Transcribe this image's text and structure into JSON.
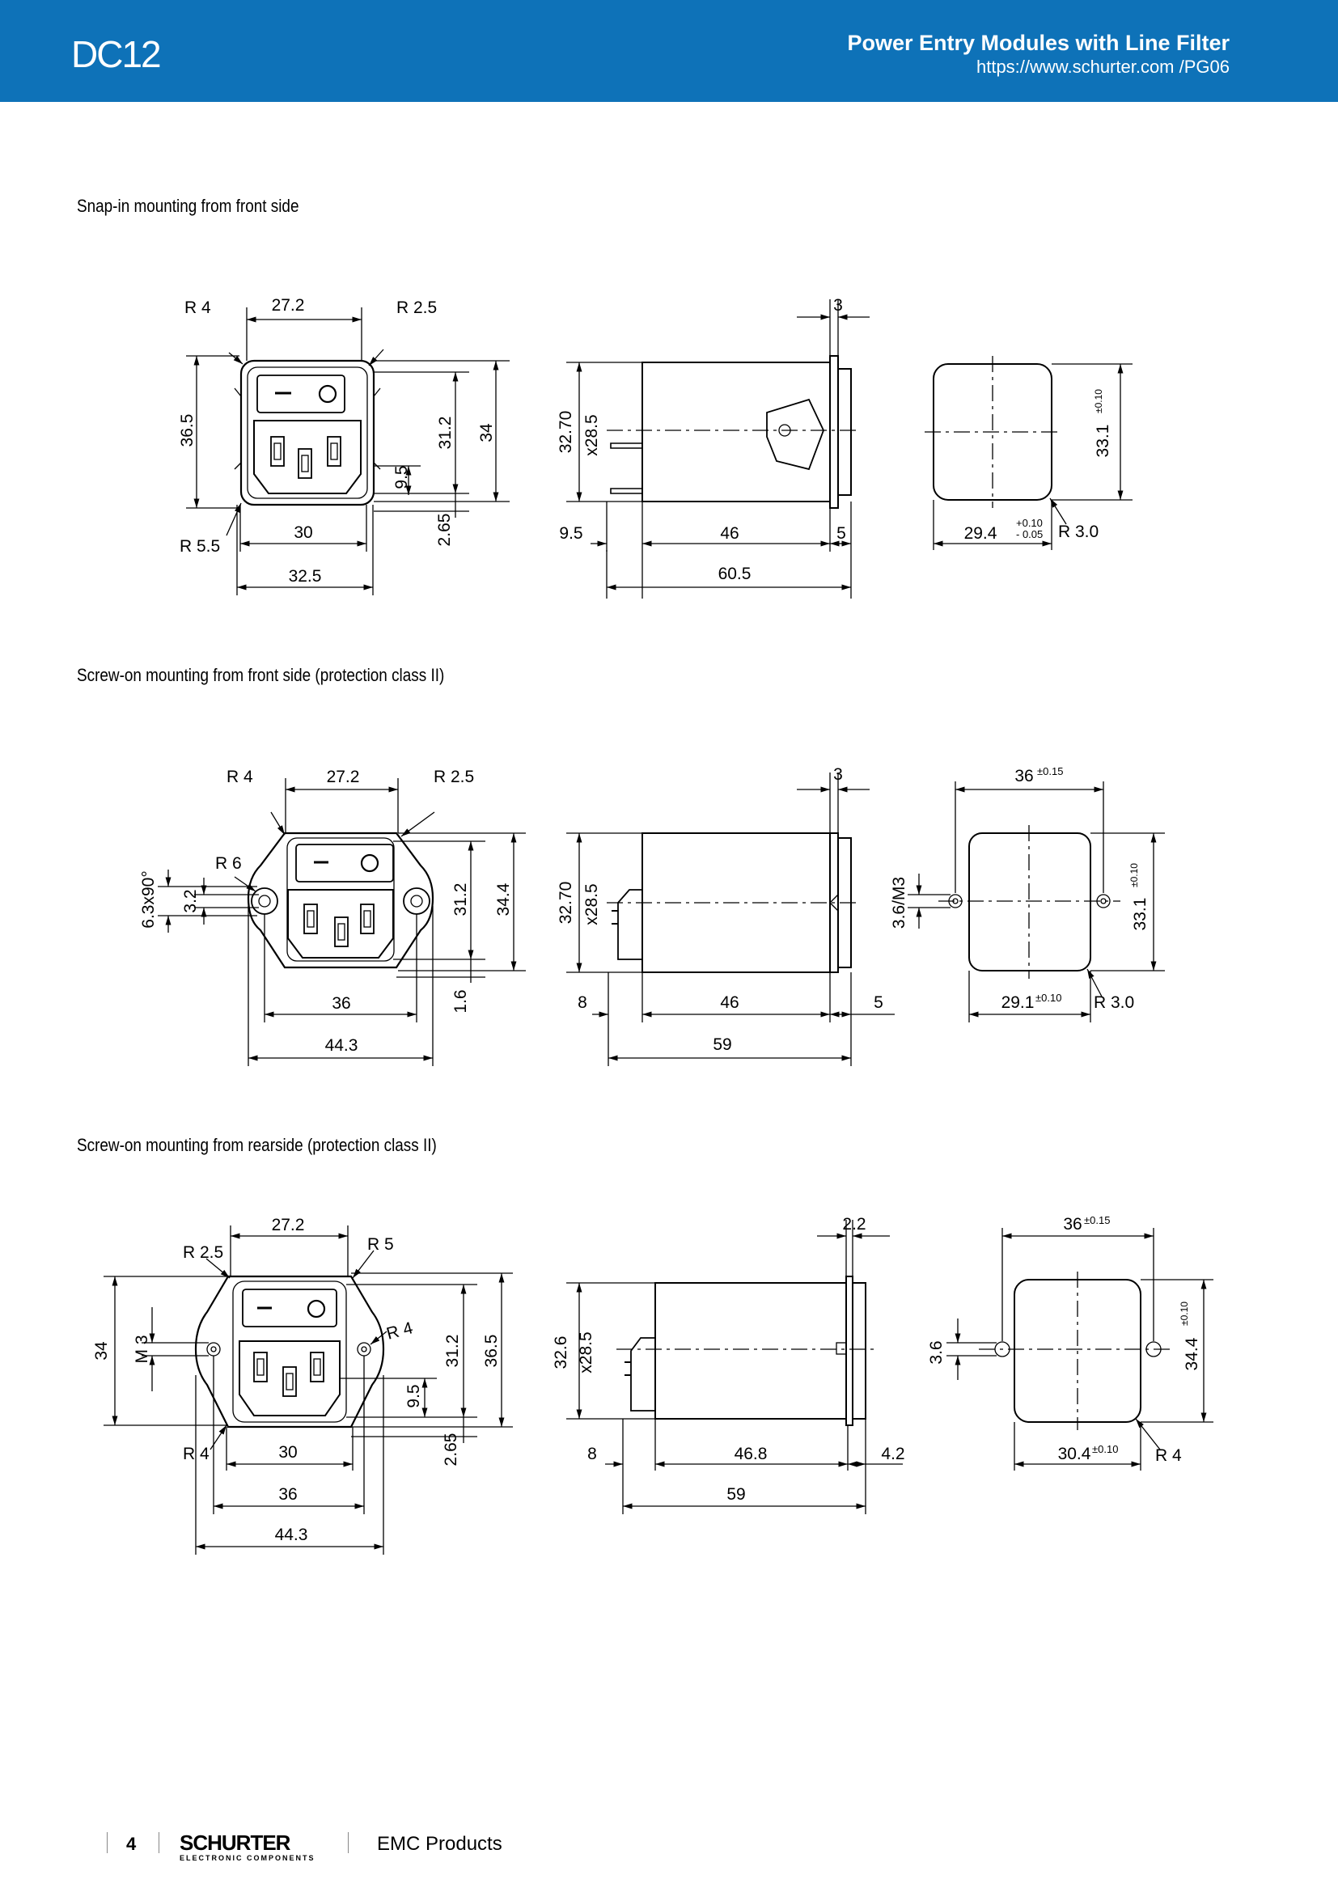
{
  "header": {
    "code": "DC12",
    "title": "Power Entry Modules with Line Filter",
    "url": "https://www.schurter.com /PG06",
    "color": "#0e72b8"
  },
  "sections": [
    {
      "title": "Snap-in mounting from front side",
      "front": {
        "r_top_left": "R 4",
        "r_top_right": "R 2.5",
        "r_bottom_left": "R 5.5",
        "width_top": "27.2",
        "height_outer": "36.5",
        "height_inner": "31.2",
        "height_frame": "34",
        "pin_offset": "9.5",
        "bottom_offset": "2.65",
        "width_inner": "30",
        "width_outer": "32.5"
      },
      "side": {
        "flange": "3",
        "height_a": "32.70",
        "height_b": "x28.5",
        "pin_len": "9.5",
        "body_len": "46",
        "flange_len": "5",
        "total_len": "60.5"
      },
      "back": {
        "height": "33.1",
        "height_tol": "±0.10",
        "width": "29.4",
        "width_tol_plus": "+0.10",
        "width_tol_minus": "- 0.05",
        "radius": "R 3.0"
      }
    },
    {
      "title": "Screw-on mounting from front side (protection class II)",
      "front": {
        "r_top_left": "R 4",
        "r_top_right": "R 2.5",
        "r_hole": "R 6",
        "width_top": "27.2",
        "countersink": "6.3x90°",
        "hole_dia": "3.2",
        "height_inner": "31.2",
        "height_frame": "34.4",
        "bottom_offset": "1.6",
        "hole_spacing": "36",
        "width_outer": "44.3"
      },
      "side": {
        "flange": "3",
        "height_a": "32.70",
        "height_b": "x28.5",
        "pin_len": "8",
        "body_len": "46",
        "flange_len": "5",
        "total_len": "59"
      },
      "back": {
        "width_top": "36",
        "width_top_tol": "±0.15",
        "hole_label": "3.6/M3",
        "height": "33.1",
        "height_tol": "±0.10",
        "width": "29.1",
        "width_tol": "±0.10",
        "radius": "R 3.0"
      }
    },
    {
      "title": "Screw-on mounting from rearside (protection class II)",
      "front": {
        "r_top_left": "R 2.5",
        "r_top_right": "R 5",
        "r_hole": "R 4",
        "r_bottom_left": "R 4",
        "width_top": "27.2",
        "height_outer": "34",
        "thread": "M 3",
        "height_inner": "31.2",
        "height_frame": "36.5",
        "pin_offset": "9.5",
        "bottom_offset": "2.65",
        "width_inner": "30",
        "hole_spacing": "36",
        "width_outer": "44.3"
      },
      "side": {
        "flange": "2.2",
        "height_a": "32.6",
        "height_b": "x28.5",
        "pin_len": "8",
        "body_len": "46.8",
        "flange_len": "4.2",
        "total_len": "59"
      },
      "back": {
        "width_top": "36",
        "width_top_tol": "±0.15",
        "hole_label": "3.6",
        "height": "34.4",
        "height_tol": "±0.10",
        "width": "30.4",
        "width_tol": "±0.10",
        "radius": "R 4"
      }
    }
  ],
  "footer": {
    "page": "4",
    "brand": "SCHURTER",
    "brand_sub": "ELECTRONIC COMPONENTS",
    "product": "EMC Products"
  }
}
